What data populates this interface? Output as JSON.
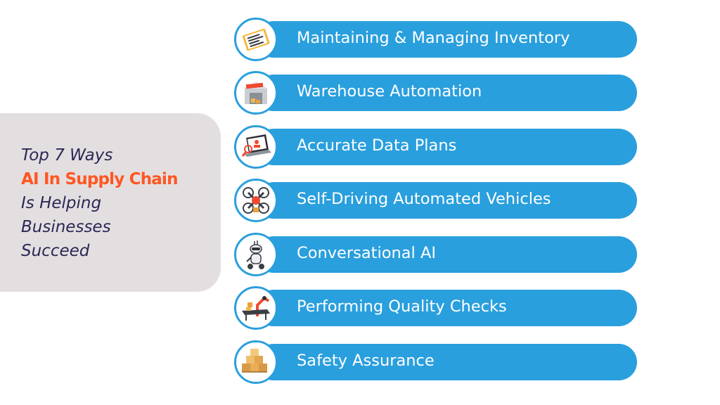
{
  "heading": {
    "line1": "Top 7 Ways",
    "line2": "AI In Supply Chain",
    "line3": "Is Helping",
    "line4": "Businesses",
    "line5": "Succeed"
  },
  "colors": {
    "pill": "#2a9fdd",
    "panel": "#e3dfe0",
    "heading_text": "#2c2756",
    "heading_accent": "#ff5722"
  },
  "items": [
    {
      "label": "Maintaining & Managing Inventory",
      "icon": "inventory-clipboard-icon"
    },
    {
      "label": "Warehouse Automation",
      "icon": "warehouse-icon"
    },
    {
      "label": "Accurate Data Plans",
      "icon": "laptop-data-icon"
    },
    {
      "label": "Self-Driving Automated Vehicles",
      "icon": "drone-icon"
    },
    {
      "label": "Conversational AI",
      "icon": "robot-icon"
    },
    {
      "label": "Performing Quality Checks",
      "icon": "conveyor-robot-arm-icon"
    },
    {
      "label": "Safety Assurance",
      "icon": "stacked-boxes-icon"
    }
  ]
}
